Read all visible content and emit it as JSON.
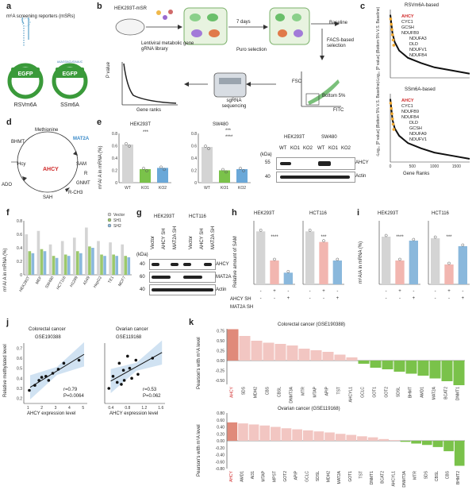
{
  "labels": {
    "a": "a",
    "b": "b",
    "c": "c",
    "d": "d",
    "e": "e",
    "f": "f",
    "g": "g",
    "h": "h",
    "i": "i",
    "j": "j",
    "k": "k"
  },
  "panel_a": {
    "title": "m⁶A screening reporters (mSRs)",
    "egfp": "EGFP",
    "seq": "AAAGGACUGAAUC",
    "left_name": "RSVm6A",
    "right_name": "SSm6A"
  },
  "panel_b": {
    "cell": "HEK293T-mSR",
    "library": "Lentiviral metabolic gene gRNA library",
    "days": "7 days",
    "puro": "Puro selection",
    "baseline": "Baseline",
    "facs": "FACS-based selection",
    "bottom": "Bottom 5%",
    "fsc": "FSC",
    "fitc": "FITC",
    "sgrna": "sgRNA sequencing",
    "pvalue": "P value",
    "gene_ranks": "Gene ranks"
  },
  "panel_c": {
    "top_title": "RSVm6A-based",
    "bottom_title": "SSm6A-based",
    "ylabel": "-Log₁₀ [P value] (Bottom 5% V.S. Baseline)",
    "xlabel": "Gene Ranks",
    "xticks": [
      "0",
      "500",
      "1000",
      "1500"
    ],
    "top_genes": [
      "AHCY",
      "CYC1",
      "GCSH",
      "NDUFB9",
      "NDUFA3",
      "DLD",
      "NDUFV1",
      "NDUFB4"
    ],
    "bottom_genes": [
      "AHCY",
      "CYC1",
      "NDUFB9",
      "NDUFB4",
      "DLD",
      "GCSH",
      "NDUFA9",
      "NDUFV1"
    ]
  },
  "panel_d": {
    "nodes": [
      "Methionine",
      "MAT2A",
      "SAM",
      "R",
      "GNMT",
      "R-CH3",
      "SAH",
      "AHCY",
      "Hcy",
      "BHMT",
      "ADO"
    ]
  },
  "panel_e": {
    "ylabel": "m⁶A/ A in mRNA (%)",
    "left_title": "HEK293T",
    "right_title": "SW480",
    "cats": [
      "WT",
      "KO1",
      "KO2"
    ],
    "sig1": "***",
    "sig2": "***",
    "sig3": "****",
    "blot_heads": [
      "HEK293T",
      "SW480"
    ],
    "blot_lanes": [
      "WT",
      "KO1",
      "KO2",
      "WT",
      "KO1",
      "KO2"
    ],
    "kda": "(kDa)",
    "kda_vals": [
      "55",
      "40"
    ],
    "blot_rows": [
      "AHCY",
      "Actin"
    ],
    "yticks": [
      "0",
      "0.2",
      "0.4",
      "0.6",
      "0.8"
    ]
  },
  "panel_f": {
    "ylabel": "m⁶A/ A in mRNA (%)",
    "legend": [
      "Vector",
      "SH1",
      "SH2"
    ],
    "cats": [
      "HEK293T",
      "MEF",
      "SW480",
      "HCT116",
      "H1299",
      "A549",
      "HepG2",
      "TE1",
      "MCF7"
    ],
    "yticks": [
      "0",
      "0.2",
      "0.4",
      "0.6",
      "0.8"
    ]
  },
  "panel_g": {
    "heads": [
      "HEK293T",
      "HCT116"
    ],
    "lanes": [
      "Vector",
      "AHCY SH",
      "MAT2A SH",
      "Vector",
      "AHCY SH",
      "MAT2A SH"
    ],
    "kda": "(kDa)",
    "kda_vals": [
      "40",
      "60",
      "40"
    ],
    "rows": [
      "AHCY",
      "MAT2A",
      "Actin"
    ]
  },
  "panel_h": {
    "ylabel": "Relative amount of SAM",
    "titles": [
      "HEK293T",
      "HCT116"
    ],
    "sig": [
      "****",
      "***"
    ],
    "row1": "AHCY SH",
    "row2": "MAT2A SH",
    "marks1": [
      "-",
      "+",
      "-",
      "-",
      "+",
      "-"
    ],
    "marks2": [
      "-",
      "-",
      "+",
      "-",
      "-",
      "+"
    ]
  },
  "panel_i": {
    "ylabel": "m⁶A/A in mRNA (%)",
    "titles": [
      "HEK293T",
      "HCT116"
    ],
    "sig": [
      "****",
      "***"
    ],
    "marks1": [
      "-",
      "+",
      "-",
      "-",
      "+",
      "-"
    ],
    "marks2": [
      "-",
      "-",
      "+",
      "-",
      "-",
      "+"
    ]
  },
  "panel_j": {
    "left_title": "Colorectal cancer",
    "left_sub": "GSE190388",
    "right_title": "Ovarian cancer",
    "right_sub": "GSE119168",
    "ylabel": "Relative methylated level",
    "xlabel": "AHCY expression level",
    "left_r": "r=0.79",
    "left_p": "P=0.0064",
    "right_r": "r=0.53",
    "right_p": "P=0.062",
    "left_xticks": [
      "1",
      "2",
      "3",
      "4",
      "5"
    ],
    "right_xticks": [
      "0.4",
      "0.8",
      "1.2",
      "1.6"
    ],
    "yticks": [
      "0.2",
      "0.3",
      "0.4",
      "0.5",
      "0.6",
      "0.7"
    ]
  },
  "panel_k": {
    "top_title": "Colorectal cancer (GSE190388)",
    "bottom_title": "Ovarian cancer (GSE119168)",
    "ylabel": "Pearson's with m⁶A level",
    "top_yticks": [
      "0.75",
      "0.50",
      "0.25",
      "0.00",
      "-0.25",
      "-0.50"
    ],
    "bottom_yticks": [
      "0.80",
      "0.60",
      "0.40",
      "0.20",
      "0.00",
      "-0.20",
      "-0.40",
      "-0.60",
      "-0.80"
    ]
  },
  "chart_data": [
    {
      "type": "bar",
      "id": "k-top",
      "title": "Colorectal cancer (GSE190388)",
      "ylabel": "Pearson's with m⁶A level",
      "categories": [
        "AHCY",
        "SDS",
        "MDH2",
        "CBS",
        "CBSL",
        "DNMT3A",
        "MTR",
        "MTAP",
        "APIP",
        "TST",
        "AHCYL1",
        "GCLC",
        "GOT1",
        "GOT2",
        "SDSL",
        "BHMT",
        "AMD1",
        "MAT2A",
        "BCAT2",
        "DNMT1"
      ],
      "values": [
        0.79,
        0.62,
        0.5,
        0.45,
        0.42,
        0.38,
        0.3,
        0.26,
        0.22,
        0.15,
        0.08,
        -0.08,
        -0.18,
        -0.22,
        -0.28,
        -0.33,
        -0.38,
        -0.45,
        -0.52,
        -0.62
      ],
      "ylim": [
        -0.6,
        0.8
      ]
    },
    {
      "type": "bar",
      "id": "k-bottom",
      "title": "Ovarian cancer (GSE119168)",
      "ylabel": "Pearson's with m⁶A level",
      "categories": [
        "AHCY",
        "AMD1",
        "AI31",
        "MTAP",
        "MPST",
        "GOT2",
        "APIP",
        "GCLC",
        "SDSL",
        "MDH2",
        "MAT2A",
        "GOT1",
        "TST",
        "DNMT1",
        "BCAT2",
        "AHCYL1",
        "DNMT3A",
        "MTR",
        "SDS",
        "CBSL",
        "CBS",
        "BHMT2"
      ],
      "values": [
        0.53,
        0.5,
        0.47,
        0.44,
        0.4,
        0.36,
        0.33,
        0.3,
        0.27,
        0.24,
        0.2,
        0.17,
        0.13,
        0.1,
        0.05,
        0.02,
        -0.03,
        -0.08,
        -0.12,
        -0.18,
        -0.3,
        -0.72
      ],
      "ylim": [
        -0.8,
        0.8
      ]
    },
    {
      "type": "scatter",
      "id": "j-left",
      "title": "Colorectal cancer GSE190388",
      "xlabel": "AHCY expression level",
      "ylabel": "Relative methylated level",
      "x": [
        1.1,
        1.5,
        1.8,
        2.0,
        2.3,
        2.5,
        2.8,
        3.2,
        3.6,
        4.7
      ],
      "y": [
        0.28,
        0.33,
        0.38,
        0.41,
        0.42,
        0.38,
        0.45,
        0.49,
        0.55,
        0.58
      ],
      "xlim": [
        0.7,
        5.3
      ],
      "ylim": [
        0.15,
        0.75
      ]
    },
    {
      "type": "scatter",
      "id": "j-right",
      "title": "Ovarian cancer GSE119168",
      "xlabel": "AHCY expression level",
      "ylabel": "Relative methylated level",
      "x": [
        0.35,
        0.45,
        0.55,
        0.6,
        0.65,
        0.7,
        0.72,
        0.8,
        0.85,
        0.9,
        1.0,
        1.05,
        1.4
      ],
      "y": [
        0.3,
        0.42,
        0.36,
        0.55,
        0.34,
        0.48,
        0.38,
        0.62,
        0.5,
        0.4,
        0.58,
        0.44,
        0.6
      ],
      "xlim": [
        0.25,
        1.7
      ],
      "ylim": [
        0.15,
        0.75
      ]
    },
    {
      "type": "bar",
      "id": "e-left",
      "title": "HEK293T",
      "ylabel": "m⁶A/ A in mRNA (%)",
      "categories": [
        "WT",
        "KO1",
        "KO2"
      ],
      "values": [
        0.62,
        0.22,
        0.24
      ],
      "ylim": [
        0,
        0.8
      ]
    },
    {
      "type": "bar",
      "id": "e-right",
      "title": "SW480",
      "categories": [
        "WT",
        "KO1",
        "KO2"
      ],
      "values": [
        0.58,
        0.2,
        0.22
      ],
      "ylim": [
        0,
        0.8
      ]
    },
    {
      "type": "bar",
      "id": "f",
      "ylabel": "m⁶A/ A in mRNA (%)",
      "categories": [
        "HEK293T",
        "MEF",
        "SW480",
        "HCT116",
        "H1299",
        "A549",
        "HepG2",
        "TE1",
        "MCF7"
      ],
      "series": [
        {
          "name": "Vector",
          "values": [
            0.6,
            0.65,
            0.45,
            0.5,
            0.55,
            0.7,
            0.5,
            0.48,
            0.45
          ]
        },
        {
          "name": "SH1",
          "values": [
            0.35,
            0.38,
            0.28,
            0.3,
            0.35,
            0.42,
            0.3,
            0.3,
            0.28
          ]
        },
        {
          "name": "SH2",
          "values": [
            0.32,
            0.35,
            0.25,
            0.28,
            0.32,
            0.4,
            0.28,
            0.28,
            0.26
          ]
        }
      ],
      "ylim": [
        0,
        0.8
      ]
    },
    {
      "type": "bar",
      "id": "h",
      "ylabel": "Relative amount of SAM",
      "series": [
        {
          "name": "HEK293T",
          "values": [
            1.0,
            0.45,
            0.22
          ]
        },
        {
          "name": "HCT116",
          "values": [
            1.0,
            0.8,
            0.45
          ]
        }
      ],
      "ylim": [
        0,
        1.2
      ]
    },
    {
      "type": "bar",
      "id": "i",
      "ylabel": "m⁶A/A in mRNA (%)",
      "series": [
        {
          "name": "HEK293T",
          "values": [
            0.6,
            0.3,
            0.55
          ]
        },
        {
          "name": "HCT116",
          "values": [
            0.58,
            0.25,
            0.48
          ]
        }
      ],
      "ylim": [
        0,
        0.8
      ]
    },
    {
      "type": "line",
      "id": "c-top",
      "title": "RSVm6A-based",
      "xlabel": "Gene Ranks",
      "x": [
        0,
        50,
        100,
        200,
        400,
        700,
        1000,
        1400,
        1800
      ],
      "y": [
        6.0,
        4.2,
        3.4,
        2.6,
        1.9,
        1.4,
        1.0,
        0.7,
        0.4
      ]
    },
    {
      "type": "line",
      "id": "c-bottom",
      "title": "SSm6A-based",
      "xlabel": "Gene Ranks",
      "x": [
        0,
        50,
        100,
        200,
        400,
        700,
        1000,
        1400,
        1800
      ],
      "y": [
        6.0,
        4.0,
        3.2,
        2.5,
        1.8,
        1.3,
        0.9,
        0.6,
        0.3
      ]
    }
  ]
}
